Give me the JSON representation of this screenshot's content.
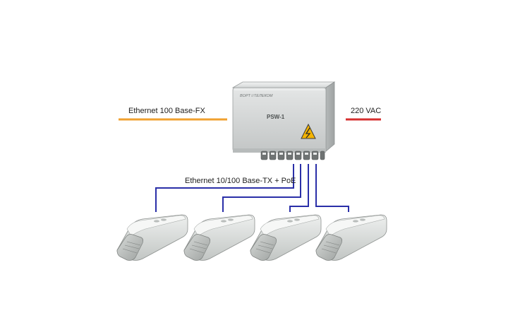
{
  "labels": {
    "fiber_uplink": "Ethernet 100 Base-FX",
    "power_input": "220 VAC",
    "poe_links": "Ethernet 10/100 Base-TX + PoE"
  },
  "enclosure": {
    "brand": "BOPT☉TEЛЕКОМ",
    "model": "PSW-1",
    "warning_icon": "high-voltage-warning-icon"
  },
  "devices": {
    "camera_count": 4,
    "camera_icon": "outdoor-camera-housing-icon"
  },
  "colors": {
    "fiber_line": "#f0a030",
    "power_line": "#d63030",
    "poe_line": "#2a2fa8",
    "warning": "#f5b400"
  }
}
